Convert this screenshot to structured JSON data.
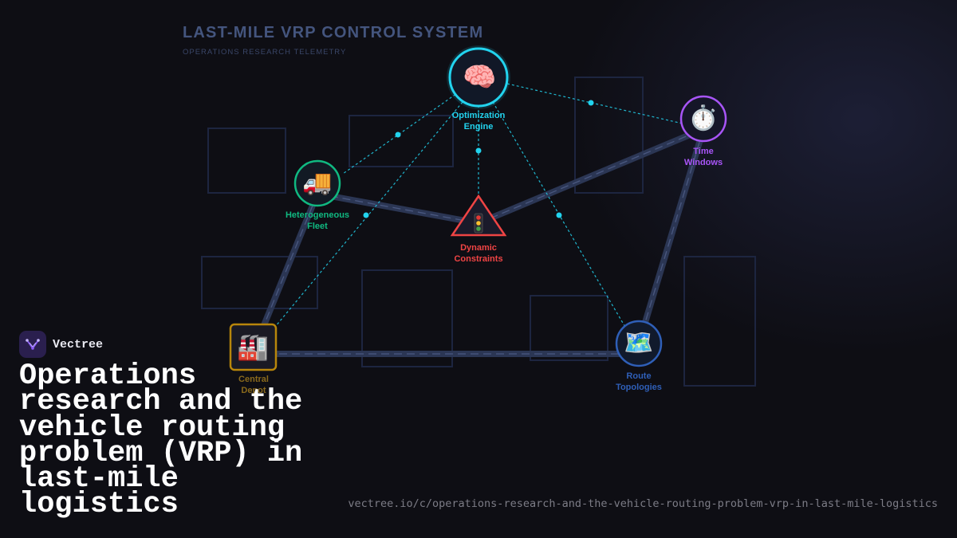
{
  "diagram": {
    "title": "LAST-MILE VRP CONTROL SYSTEM",
    "subtitle": "OPERATIONS RESEARCH TELEMETRY",
    "nodes": {
      "engine": {
        "label": "Optimization Engine",
        "icon": "brain-icon",
        "color": "#22d3ee"
      },
      "time": {
        "label": "Time Windows",
        "icon": "stopwatch-icon",
        "color": "#a855f7"
      },
      "fleet": {
        "label": "Heterogeneous Fleet",
        "icon": "delivery-truck-icon",
        "color": "#10b981"
      },
      "constraints": {
        "label": "Dynamic Constraints",
        "icon": "traffic-light-icon",
        "color": "#ef4444"
      },
      "depot": {
        "label": "Central Depot",
        "icon": "factory-icon",
        "color": "#b8860b"
      },
      "route": {
        "label": "Route Topologies",
        "icon": "world-map-icon",
        "color": "#2f5fb8"
      }
    },
    "road_color": "#2b3654",
    "signal_color": "#22d3ee"
  },
  "brand": {
    "name": "Vectree",
    "logo_icon": "vectree-logo-icon",
    "accent": "#8b5cf6"
  },
  "headline": "Operations research and the vehicle routing problem (VRP) in last-mile logistics",
  "url": "vectree.io/c/operations-research-and-the-vehicle-routing-problem-vrp-in-last-mile-logistics"
}
